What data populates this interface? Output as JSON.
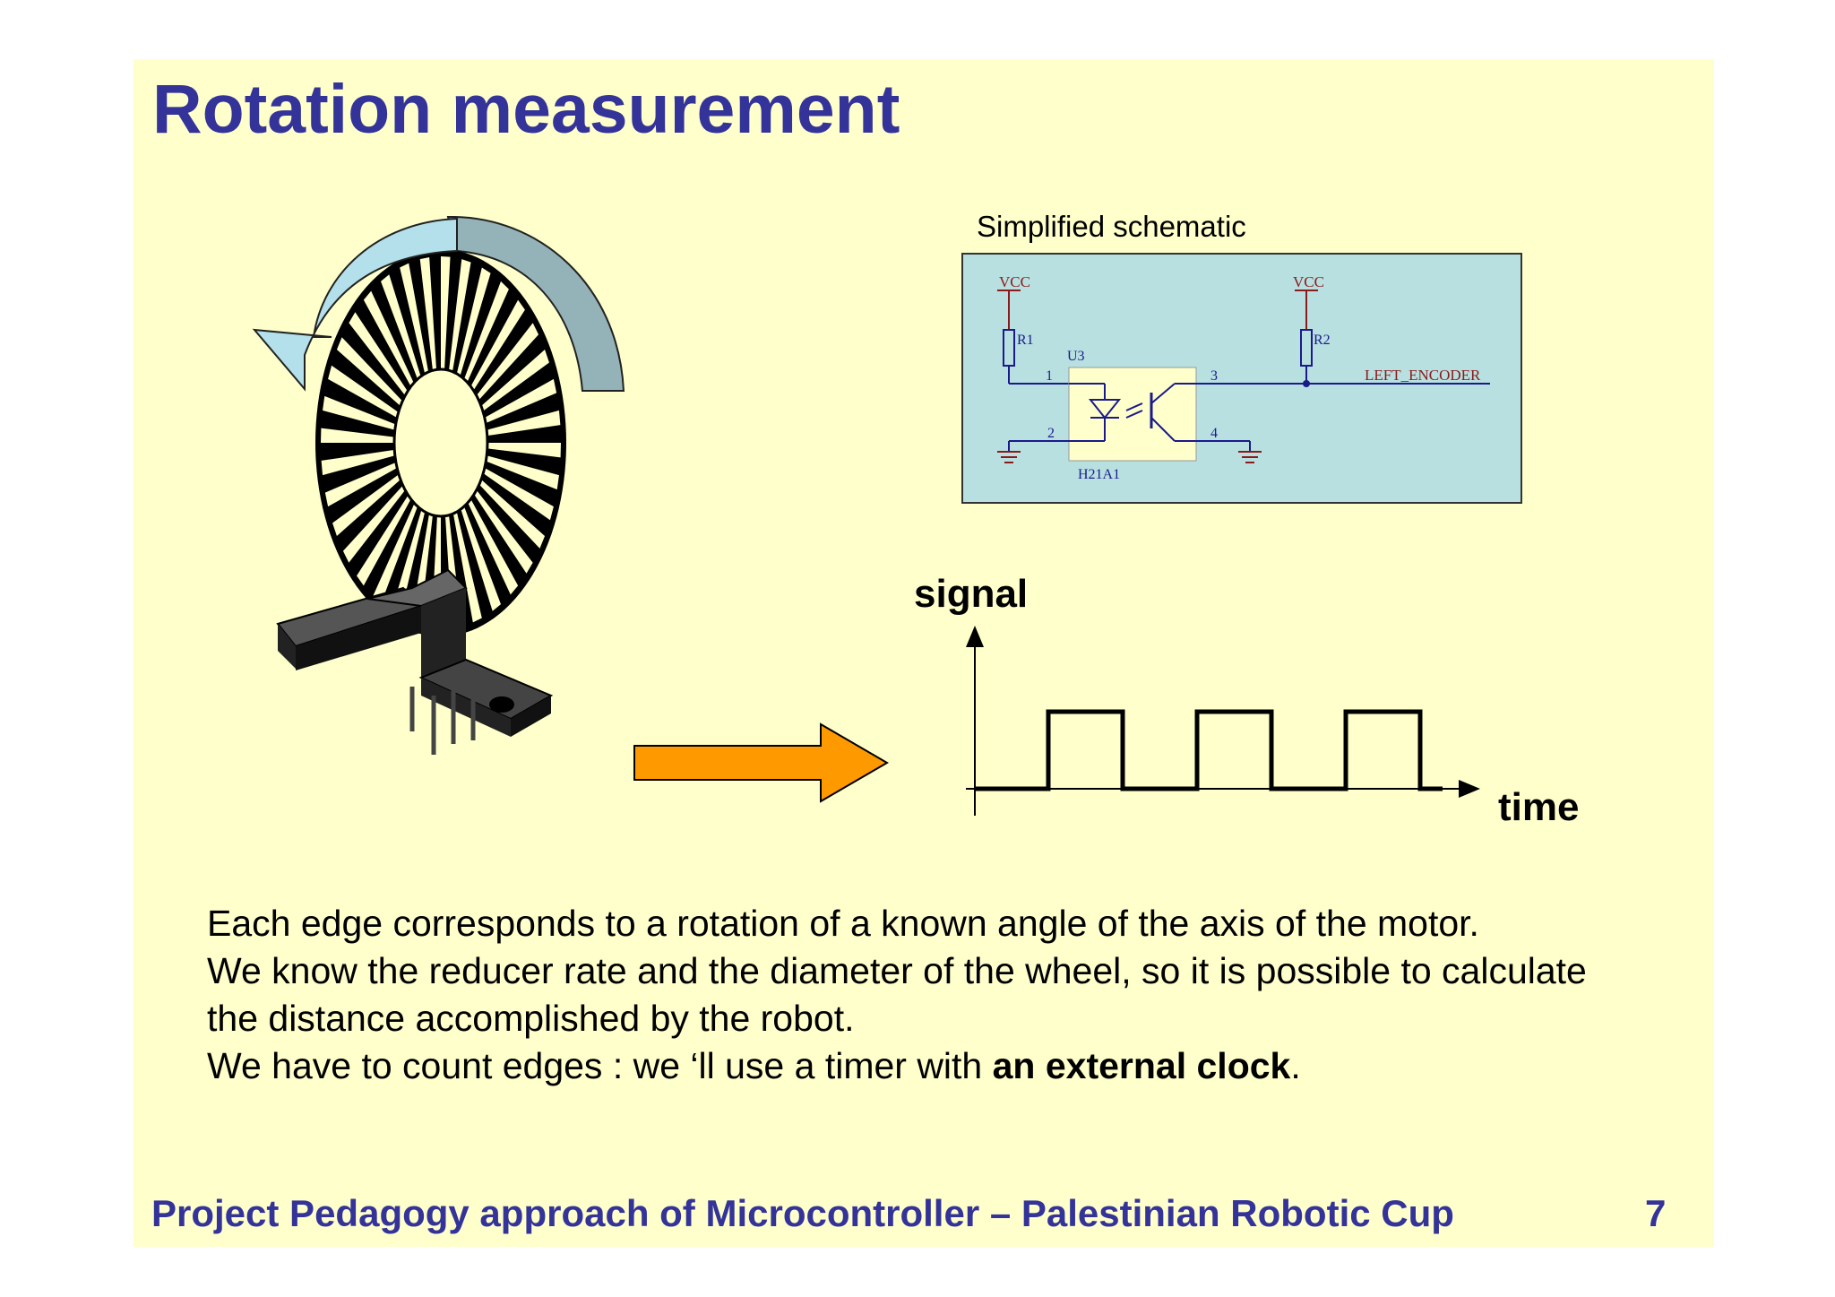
{
  "title": "Rotation measurement",
  "schematic": {
    "caption": "Simplified schematic",
    "vcc_left": "VCC",
    "vcc_right": "VCC",
    "r1": "R1",
    "r2": "R2",
    "u3": "U3",
    "pin1": "1",
    "pin2": "2",
    "pin3": "3",
    "pin4": "4",
    "part": "H21A1",
    "net": "LEFT_ENCODER"
  },
  "plot": {
    "y_label": "signal",
    "x_label": "time"
  },
  "body": {
    "line1": "Each edge corresponds to a rotation of a known angle of the axis of the motor.",
    "line2": "We know the reducer rate and the diameter of the wheel, so it is possible to calculate",
    "line3": "the distance accomplished by the robot.",
    "line4_prefix": "We have to count edges : we ‘ll use a timer with ",
    "line4_bold": "an external clock",
    "line4_suffix": "."
  },
  "footer": {
    "text": "Project Pedagogy approach of Microcontroller – Palestinian Robotic Cup",
    "page": "7"
  },
  "colors": {
    "slide_bg": "#ffffcc",
    "heading": "#333399",
    "schematic_bg": "#b8e0e0",
    "arrow": "#ff9900"
  }
}
